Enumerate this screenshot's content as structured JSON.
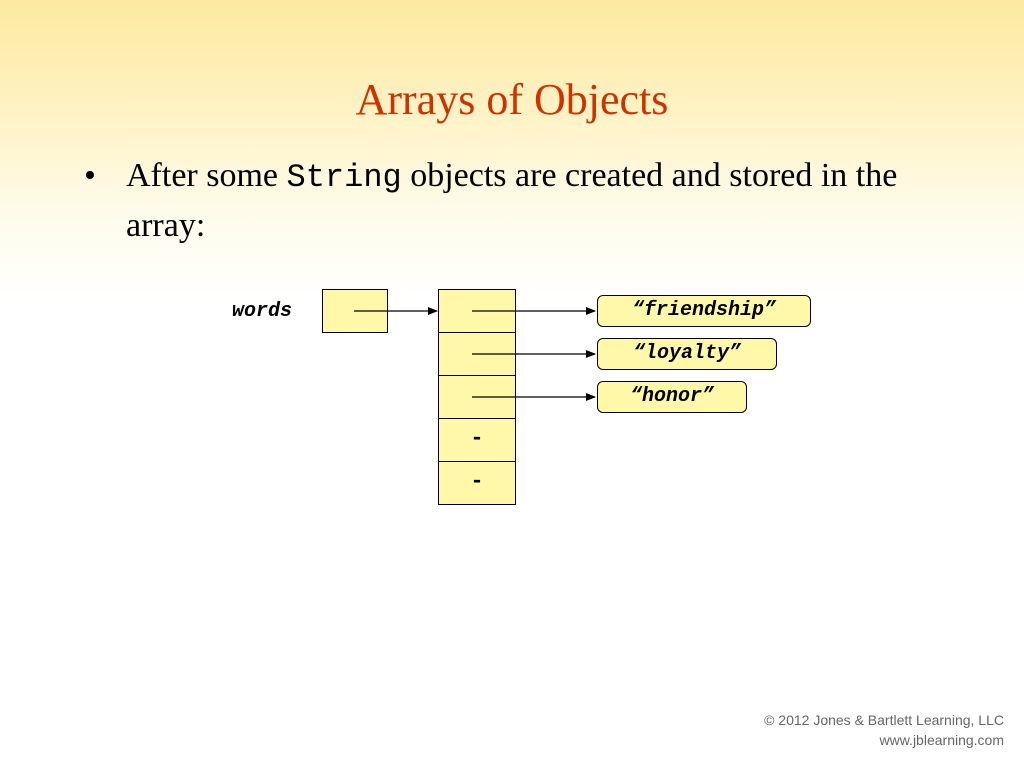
{
  "slide": {
    "title": "Arrays of Objects",
    "bullet": {
      "marker": "•",
      "text_before": "After some ",
      "code": "String",
      "text_after": " objects are created and stored in the array:"
    }
  },
  "diagram": {
    "variable_name": "words",
    "array_cells": [
      "ref",
      "ref",
      "ref",
      "-",
      "-"
    ],
    "objects": [
      "“friendship”",
      "“loyalty”",
      "“honor”"
    ],
    "cell_fill_color": "#fff8a8"
  },
  "footer": {
    "copyright": "© 2012 Jones & Bartlett Learning, LLC",
    "website": "www.jblearning.com"
  }
}
